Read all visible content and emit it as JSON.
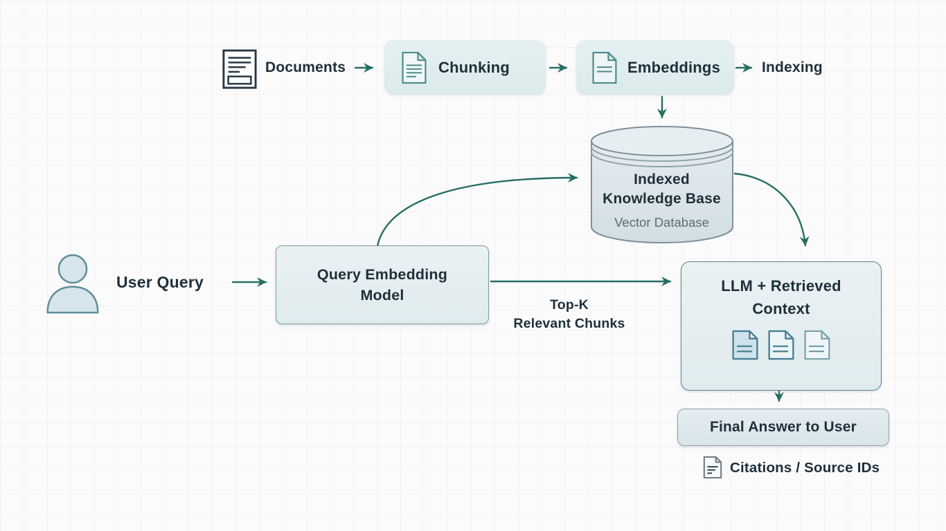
{
  "ingest_flow": {
    "documents_label": "Documents",
    "chunking_label": "Chunking",
    "embeddings_label": "Embeddings",
    "indexing_label": "Indexing"
  },
  "knowledge_base": {
    "title_line1": "Indexed",
    "title_line2": "Knowledge Base",
    "subtitle": "Vector Database"
  },
  "query_flow": {
    "user_query_label": "User Query",
    "embedding_model_line1": "Query Embedding",
    "embedding_model_line2": "Model",
    "topk_line1": "Top-K",
    "topk_line2": "Relevant Chunks"
  },
  "generation": {
    "llm_line1": "LLM + Retrieved",
    "llm_line2": "Context"
  },
  "output": {
    "final_answer_label": "Final Answer to User",
    "citations_label": "Citations / Source IDs"
  },
  "icons": {
    "documents": "document-lines-icon",
    "chunking": "document-icon",
    "embeddings": "document-icon",
    "user": "person-icon",
    "knowledge_base": "database-cylinder",
    "retrieved_context": "document-icon-x3",
    "citations": "document-icon"
  },
  "colors": {
    "arrow": "#266e62",
    "text_dark": "#1e2f3a",
    "text_muted": "#5d6b76",
    "box_fill": "#e2eef0",
    "box_border": "#7c9aa2",
    "cylinder_fill": "#dde7ec",
    "cylinder_stroke": "#7e8f99",
    "icon_teal": "#4d8a8c",
    "doc_blue": "#cfe1eb",
    "person_fill": "#d6e5ec",
    "person_stroke": "#5e8c99"
  }
}
